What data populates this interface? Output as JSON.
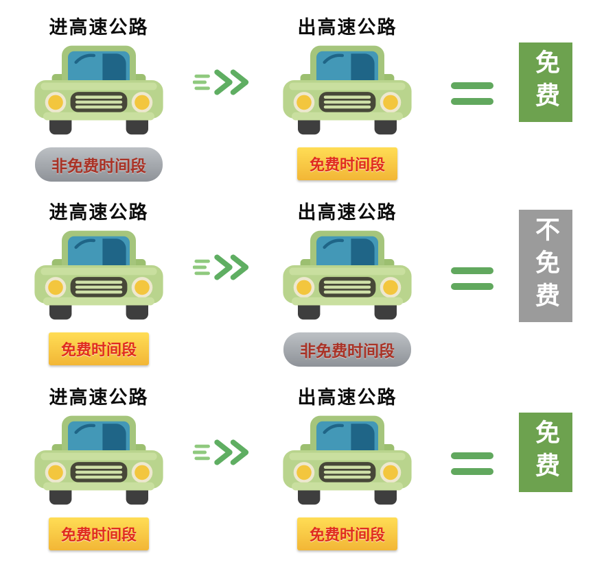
{
  "rows": [
    {
      "entry": {
        "title": "进高速公路",
        "badge": {
          "type": "gray",
          "text": "非免费时间段"
        }
      },
      "exit": {
        "title": "出高速公路",
        "badge": {
          "type": "ribbon",
          "text": "免费时间段"
        }
      },
      "result": {
        "type": "green",
        "text": "免费"
      }
    },
    {
      "entry": {
        "title": "进高速公路",
        "badge": {
          "type": "ribbon",
          "text": "免费时间段"
        }
      },
      "exit": {
        "title": "出高速公路",
        "badge": {
          "type": "gray",
          "text": "非免费时间段"
        }
      },
      "result": {
        "type": "gray",
        "text": "不免费"
      }
    },
    {
      "entry": {
        "title": "进高速公路",
        "badge": {
          "type": "ribbon",
          "text": "免费时间段"
        }
      },
      "exit": {
        "title": "出高速公路",
        "badge": {
          "type": "ribbon",
          "text": "免费时间段"
        }
      },
      "result": {
        "type": "green",
        "text": "免费"
      }
    }
  ],
  "icons": {
    "car": "green-car-front",
    "arrow": "double-chevron-right",
    "equals": "equals-sign"
  },
  "colors": {
    "result_green": "#6da24f",
    "result_gray": "#9b9b9b",
    "ribbon_yellow": "#f2b636",
    "pill_gray": "#9ca0a6",
    "badge_text_red": "#d9342b",
    "arrow_green": "#6db36a",
    "equals_green": "#61a85e",
    "car_body_green": "#b9d48d",
    "windshield_blue": "#4398b7",
    "headlight_yellow": "#f3c63e"
  }
}
